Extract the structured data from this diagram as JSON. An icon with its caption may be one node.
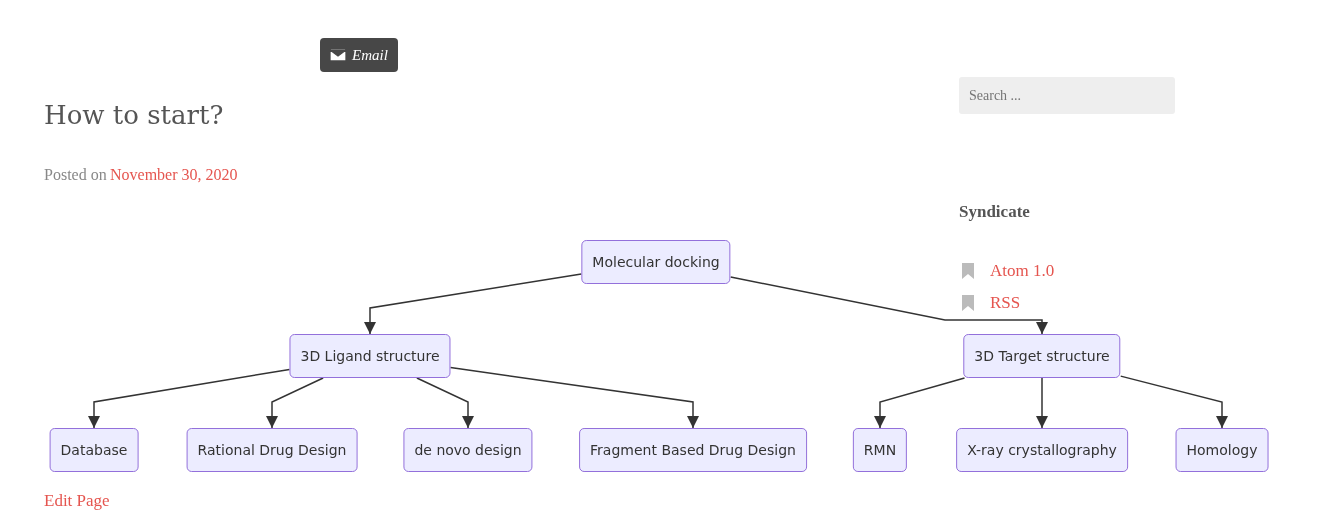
{
  "diagram": {
    "title": "How to start?",
    "nodes": [
      {
        "text": [
          "Molecular docking"
        ]
      },
      {
        "text": [
          "3D Ligand structure"
        ]
      },
      {
        "text": [
          "3D Target structure"
        ]
      },
      {
        "text": [
          "Database"
        ]
      },
      {
        "text": [
          "Rational Drug Design"
        ]
      },
      {
        "text": [
          "de novo design"
        ]
      },
      {
        "text": [
          "Fragment Based Drug Design"
        ]
      },
      {
        "text": [
          "RMN"
        ]
      },
      {
        "text": [
          "X-ray crystallography"
        ]
      },
      {
        "text": [
          "Homology"
        ]
      }
    ],
    "edges": [
      {
        "from": 0,
        "to": 1,
        "arrow": "to"
      },
      {
        "from": 0,
        "to": 2,
        "arrow": "to"
      },
      {
        "from": 1,
        "to": 3,
        "arrow": "to"
      },
      {
        "from": 1,
        "to": 4,
        "arrow": "to"
      },
      {
        "from": 1,
        "to": 5,
        "arrow": "to"
      },
      {
        "from": 1,
        "to": 6,
        "arrow": "to"
      },
      {
        "from": 2,
        "to": 7,
        "arrow": "to"
      },
      {
        "from": 2,
        "to": 8,
        "arrow": "to"
      },
      {
        "from": 2,
        "to": 9,
        "arrow": "to"
      }
    ],
    "labels": [
      "Email",
      "Posted on",
      "November 30, 2020",
      "Search ...",
      "Syndicate",
      "Atom 1.0",
      "RSS",
      "Edit Page"
    ]
  }
}
